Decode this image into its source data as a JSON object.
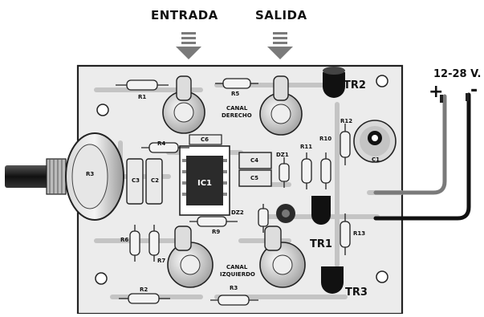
{
  "labels": {
    "input": "ENTRADA",
    "output": "SALIDA",
    "supply_voltage": "12-28 V.",
    "plus": "+",
    "minus": "-",
    "tr2": "TR2",
    "tr1": "TR1",
    "tr3": "TR3"
  },
  "components": {
    "r1": "R1",
    "r2": "R2",
    "r3": "R3",
    "r4": "R4",
    "r5": "R5",
    "r6": "R6",
    "r7": "R7",
    "r9": "R9",
    "r10": "R10",
    "r11": "R11",
    "r12": "R12",
    "r13": "R13",
    "c1": "C1",
    "c2": "C2",
    "c3": "C3",
    "c4": "C4",
    "c5": "C5",
    "c6": "C6",
    "ic1": "IC1",
    "dz1": "DZ1",
    "dz2": "DZ2",
    "canal_top_1": "CANAL",
    "canal_top_2": "DERECHO",
    "canal_bot_1": "CANAL",
    "canal_bot_2": "IZQUIERDO"
  },
  "colors": {
    "background": "#ffffff",
    "board": "#ededed",
    "ink": "#111111",
    "trace": "#bdbdbd"
  }
}
